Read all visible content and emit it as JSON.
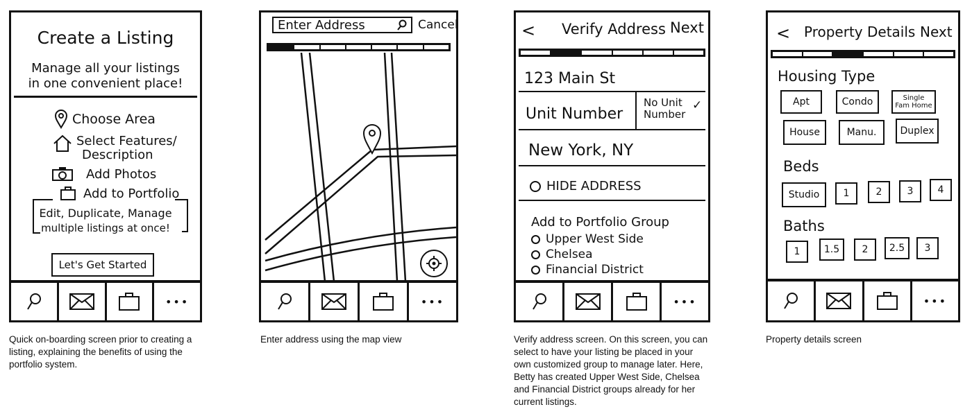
{
  "screen1": {
    "title": "Create a Listing",
    "subtitle_line1": "Manage all your listings",
    "subtitle_line2": "in one convenient place!",
    "features": [
      {
        "label": "Choose Area",
        "icon": "location-pin-icon"
      },
      {
        "label_line1": "Select Features/",
        "label_line2": "Description",
        "icon": "house-icon"
      },
      {
        "label": "Add Photos",
        "icon": "camera-icon"
      },
      {
        "label": "Add to Portfolio",
        "icon": "briefcase-icon"
      }
    ],
    "bracket_line1": "Edit, Duplicate, Manage",
    "bracket_line2": "multiple listings at once!",
    "cta": "Let's Get Started",
    "caption": "Quick on-boarding screen prior to creating a listing, explaining the benefits of using the portfolio system."
  },
  "screen2": {
    "search_placeholder": "Enter Address",
    "cancel": "Cancel",
    "caption": "Enter address using the map view"
  },
  "screen3": {
    "back": "<",
    "title": "Verify Address",
    "next": "Next",
    "street": "123 Main St",
    "unit_placeholder": "Unit Number",
    "no_unit_line1": "No Unit",
    "no_unit_line2": "Number",
    "no_unit_check": "✓",
    "city": "New York, NY",
    "hide_address": "HIDE ADDRESS",
    "group_heading": "Add to Portfolio Group",
    "groups": [
      "Upper West Side",
      "Chelsea",
      "Financial District"
    ],
    "caption": "Verify address screen. On this screen, you can select to have your listing be placed in your own customized group to manage later. Here, Betty has created Upper West Side, Chelsea and Financial District groups already for her current listings."
  },
  "screen4": {
    "back": "<",
    "title": "Property Details",
    "next": "Next",
    "housing_heading": "Housing Type",
    "housing_types": [
      "Apt",
      "Condo",
      "Single Fam Home",
      "House",
      "Manu.",
      "Duplex"
    ],
    "beds_heading": "Beds",
    "beds": [
      "Studio",
      "1",
      "2",
      "3",
      "4"
    ],
    "baths_heading": "Baths",
    "baths": [
      "1",
      "1.5",
      "2",
      "2.5",
      "3"
    ],
    "caption": "Property details screen"
  },
  "tabbar": {
    "icons": [
      "search-icon",
      "mail-icon",
      "briefcase-icon",
      "more-icon"
    ],
    "more_label": "•••"
  }
}
